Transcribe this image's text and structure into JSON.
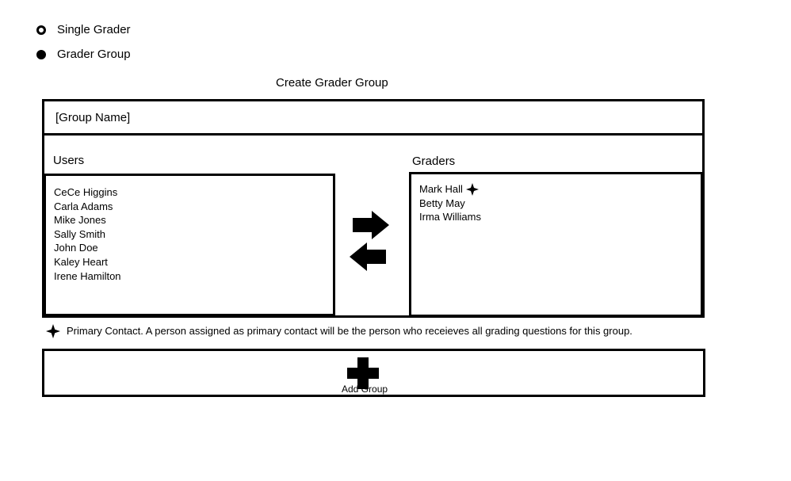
{
  "grader_type": {
    "options": [
      {
        "label": "Single Grader",
        "selected": false
      },
      {
        "label": "Grader Group",
        "selected": true
      }
    ]
  },
  "create_group": {
    "title": "Create Grader Group",
    "group_name_placeholder": "[Group Name]"
  },
  "users": {
    "label": "Users",
    "items": [
      "CeCe Higgins",
      "Carla Adams",
      "Mike Jones",
      "Sally Smith",
      "John Doe",
      "Kaley Heart",
      "Irene Hamilton"
    ]
  },
  "graders": {
    "label": "Graders",
    "items": [
      "Mark Hall",
      "Betty May",
      "Irma Williams"
    ],
    "primary_contact_index": 0
  },
  "icons": {
    "move_right": "arrow-right-icon",
    "move_left": "arrow-left-icon",
    "primary_contact": "four-point-star-icon",
    "add": "plus-icon"
  },
  "legend": {
    "text": "Primary Contact. A person assigned as primary contact will be the person who receieves all grading questions for this group."
  },
  "add_group": {
    "label": "Add Group"
  }
}
